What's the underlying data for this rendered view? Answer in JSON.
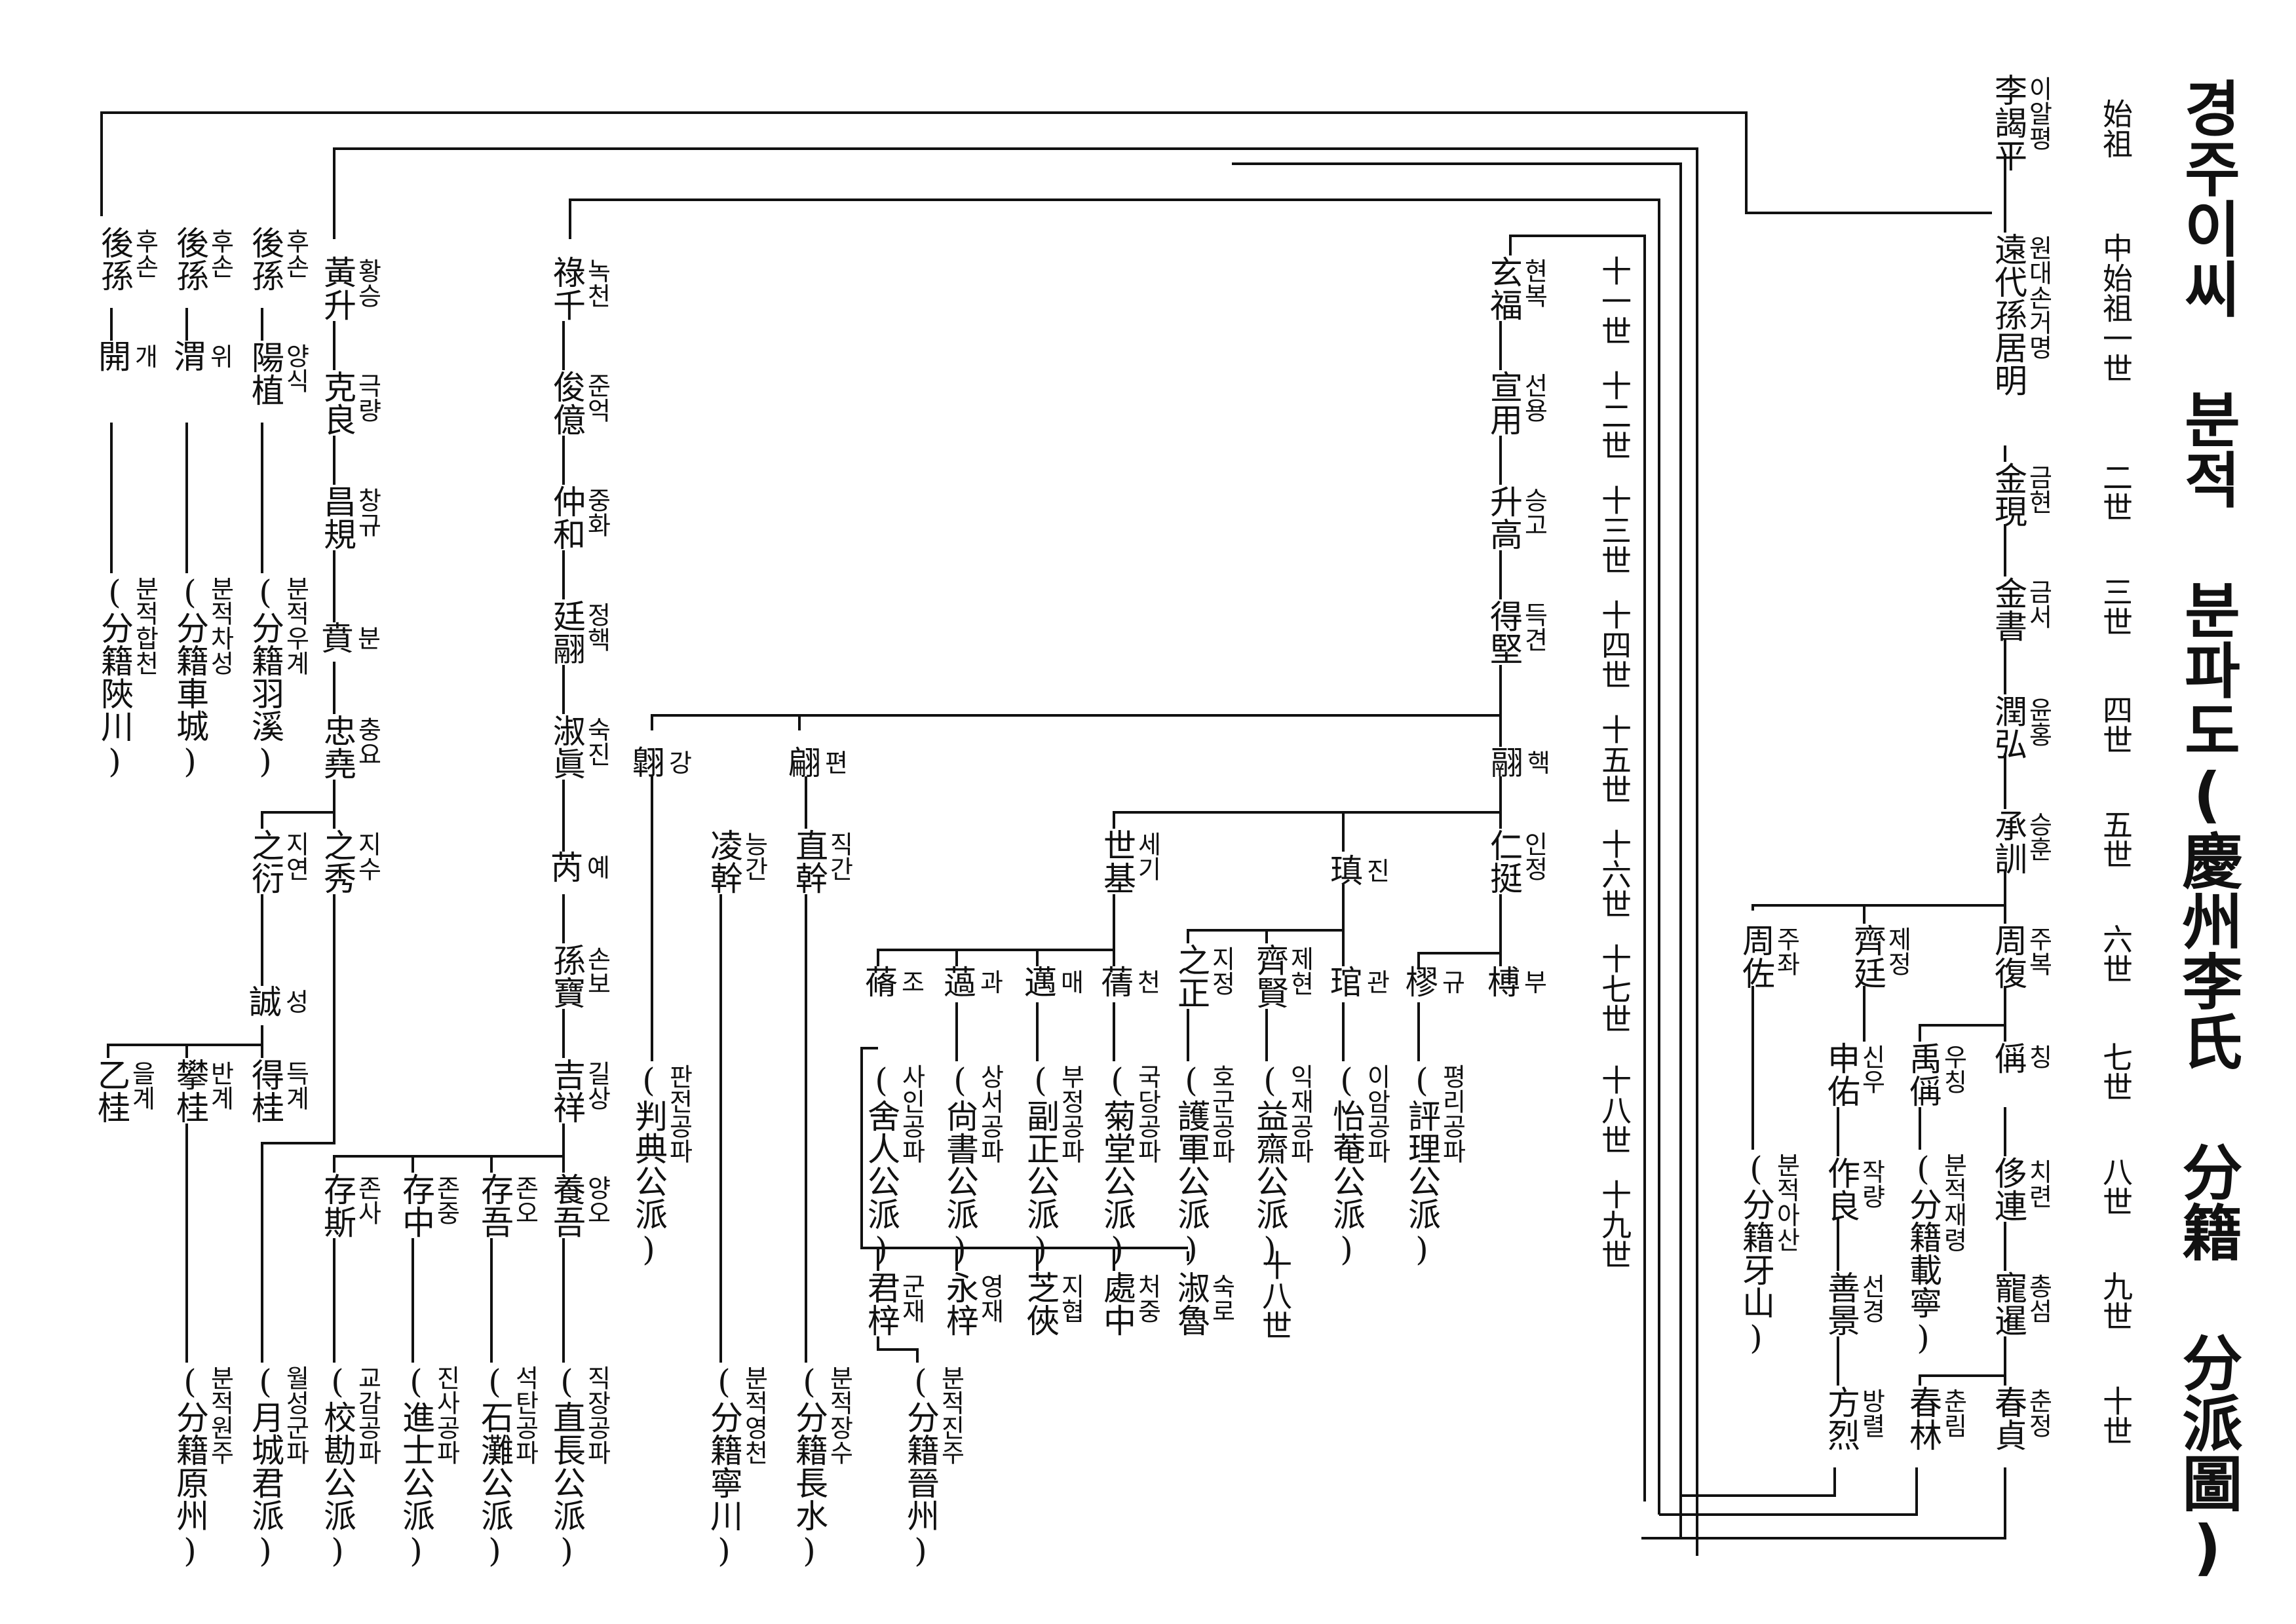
{
  "title": "경주이씨 분적 분파도(慶州李氏 分籍 分派圖)",
  "generations": [
    {
      "id": "g0",
      "text": "始祖"
    },
    {
      "id": "g1",
      "text": "中始祖一世"
    },
    {
      "id": "g2",
      "text": "二世"
    },
    {
      "id": "g3",
      "text": "三世"
    },
    {
      "id": "g4",
      "text": "四世"
    },
    {
      "id": "g5",
      "text": "五世"
    },
    {
      "id": "g6",
      "text": "六世"
    },
    {
      "id": "g7",
      "text": "七世"
    },
    {
      "id": "g8",
      "text": "八世"
    },
    {
      "id": "g9",
      "text": "九世"
    },
    {
      "id": "g10",
      "text": "十世"
    },
    {
      "id": "g11",
      "text": "十一世"
    },
    {
      "id": "g12",
      "text": "十二世"
    },
    {
      "id": "g13",
      "text": "十三世"
    },
    {
      "id": "g14",
      "text": "十四世"
    },
    {
      "id": "g15",
      "text": "十五世"
    },
    {
      "id": "g16",
      "text": "十六世"
    },
    {
      "id": "g17",
      "text": "十七世"
    },
    {
      "id": "g18",
      "text": "十八世"
    },
    {
      "id": "g19",
      "text": "十九世"
    },
    {
      "id": "g18b",
      "text": "十八世"
    }
  ],
  "nodes": [
    {
      "id": "n1",
      "hanja": "李謁平",
      "hangul": "이알평"
    },
    {
      "id": "n2",
      "hanja": "遠代孫居明",
      "hangul": "원대손거명"
    },
    {
      "id": "n3",
      "hanja": "金現",
      "hangul": "금현"
    },
    {
      "id": "n4",
      "hanja": "金書",
      "hangul": "금서"
    },
    {
      "id": "n5",
      "hanja": "潤弘",
      "hangul": "윤홍"
    },
    {
      "id": "n6",
      "hanja": "承訓",
      "hangul": "승훈"
    },
    {
      "id": "n7",
      "hanja": "周復",
      "hangul": "주복"
    },
    {
      "id": "n8",
      "hanja": "齊廷",
      "hangul": "제정"
    },
    {
      "id": "n9",
      "hanja": "周佐",
      "hangul": "주좌"
    },
    {
      "id": "n10",
      "hanja": "偁",
      "hangul": "칭"
    },
    {
      "id": "n11",
      "hanja": "禹偁",
      "hangul": "우칭"
    },
    {
      "id": "n12",
      "hanja": "申佑",
      "hangul": "신우"
    },
    {
      "id": "n13",
      "hanja": "(分籍牙山)",
      "hangul": "분적아산"
    },
    {
      "id": "n14",
      "hanja": "侈連",
      "hangul": "치련"
    },
    {
      "id": "n15",
      "hanja": "(分籍載寧)",
      "hangul": "분적재령"
    },
    {
      "id": "n16",
      "hanja": "作良",
      "hangul": "작량"
    },
    {
      "id": "n17",
      "hanja": "寵暹",
      "hangul": "총섬"
    },
    {
      "id": "n18",
      "hanja": "善景",
      "hangul": "선경"
    },
    {
      "id": "n19",
      "hanja": "春貞",
      "hangul": "춘정"
    },
    {
      "id": "n20",
      "hanja": "春林",
      "hangul": "춘림"
    },
    {
      "id": "n21",
      "hanja": "方烈",
      "hangul": "방렬"
    },
    {
      "id": "n22",
      "hanja": "玄福",
      "hangul": "현복"
    },
    {
      "id": "n23",
      "hanja": "宣用",
      "hangul": "선용"
    },
    {
      "id": "n24",
      "hanja": "升高",
      "hangul": "승고"
    },
    {
      "id": "n25",
      "hanja": "得堅",
      "hangul": "득견"
    },
    {
      "id": "n26",
      "hanja": "翮",
      "hangul": "핵"
    },
    {
      "id": "n27",
      "hanja": "翩",
      "hangul": "편"
    },
    {
      "id": "n28",
      "hanja": "翺",
      "hangul": "강"
    },
    {
      "id": "n29",
      "hanja": "仁挺",
      "hangul": "인정"
    },
    {
      "id": "n30",
      "hanja": "瑱",
      "hangul": "진"
    },
    {
      "id": "n31",
      "hanja": "世基",
      "hangul": "세기"
    },
    {
      "id": "n32",
      "hanja": "直幹",
      "hangul": "직간"
    },
    {
      "id": "n33",
      "hanja": "凌幹",
      "hangul": "능간"
    },
    {
      "id": "n34",
      "hanja": "榑",
      "hangul": "부"
    },
    {
      "id": "n35",
      "hanja": "樛",
      "hangul": "규"
    },
    {
      "id": "n36",
      "hanja": "琯",
      "hangul": "관"
    },
    {
      "id": "n37",
      "hanja": "齊賢",
      "hangul": "제현"
    },
    {
      "id": "n38",
      "hanja": "之正",
      "hangul": "지정"
    },
    {
      "id": "n39",
      "hanja": "蒨",
      "hangul": "천"
    },
    {
      "id": "n40",
      "hanja": "邁",
      "hangul": "매"
    },
    {
      "id": "n41",
      "hanja": "薖",
      "hangul": "과"
    },
    {
      "id": "n42",
      "hanja": "蓨",
      "hangul": "조"
    },
    {
      "id": "n43",
      "hanja": "(評理公派)",
      "hangul": "평리공파"
    },
    {
      "id": "n44",
      "hanja": "(怡菴公派)",
      "hangul": "이암공파"
    },
    {
      "id": "n45",
      "hanja": "(益齋公派)",
      "hangul": "익재공파"
    },
    {
      "id": "n46",
      "hanja": "(護軍公派)",
      "hangul": "호군공파"
    },
    {
      "id": "n47",
      "hanja": "(菊堂公派)",
      "hangul": "국당공파"
    },
    {
      "id": "n48",
      "hanja": "(副正公派)",
      "hangul": "부정공파"
    },
    {
      "id": "n49",
      "hanja": "(尙書公派)",
      "hangul": "상서공파"
    },
    {
      "id": "n50",
      "hanja": "(舍人公派)",
      "hangul": "사인공파"
    },
    {
      "id": "n51",
      "hanja": "(判典公派)",
      "hangul": "판전공파"
    },
    {
      "id": "n52",
      "hanja": "淑魯",
      "hangul": "숙로"
    },
    {
      "id": "n53",
      "hanja": "處中",
      "hangul": "처중"
    },
    {
      "id": "n54",
      "hanja": "芝俠",
      "hangul": "지협"
    },
    {
      "id": "n55",
      "hanja": "永梓",
      "hangul": "영재"
    },
    {
      "id": "n56",
      "hanja": "君梓",
      "hangul": "군재"
    },
    {
      "id": "n57",
      "hanja": "(分籍晉州)",
      "hangul": "분적진주"
    },
    {
      "id": "n58",
      "hanja": "(分籍長水)",
      "hangul": "분적장수"
    },
    {
      "id": "n59",
      "hanja": "(分籍寧川)",
      "hangul": "분적영천"
    },
    {
      "id": "n60",
      "hanja": "祿千",
      "hangul": "녹천"
    },
    {
      "id": "n61",
      "hanja": "俊億",
      "hangul": "준억"
    },
    {
      "id": "n62",
      "hanja": "仲和",
      "hangul": "중화"
    },
    {
      "id": "n63",
      "hanja": "廷翮",
      "hangul": "정핵"
    },
    {
      "id": "n64",
      "hanja": "淑眞",
      "hangul": "숙진"
    },
    {
      "id": "n65",
      "hanja": "芮",
      "hangul": "예"
    },
    {
      "id": "n66",
      "hanja": "孫寶",
      "hangul": "손보"
    },
    {
      "id": "n67",
      "hanja": "吉祥",
      "hangul": "길상"
    },
    {
      "id": "n68",
      "hanja": "養吾",
      "hangul": "양오"
    },
    {
      "id": "n69",
      "hanja": "存吾",
      "hangul": "존오"
    },
    {
      "id": "n70",
      "hanja": "存中",
      "hangul": "존중"
    },
    {
      "id": "n71",
      "hanja": "存斯",
      "hangul": "존사"
    },
    {
      "id": "n72",
      "hanja": "(直長公派)",
      "hangul": "직장공파"
    },
    {
      "id": "n73",
      "hanja": "(石灘公派)",
      "hangul": "석탄공파"
    },
    {
      "id": "n74",
      "hanja": "(進士公派)",
      "hangul": "진사공파"
    },
    {
      "id": "n75",
      "hanja": "(校勘公派)",
      "hangul": "교감공파"
    },
    {
      "id": "n76",
      "hanja": "黃升",
      "hangul": "황승"
    },
    {
      "id": "n77",
      "hanja": "克良",
      "hangul": "극량"
    },
    {
      "id": "n78",
      "hanja": "昌規",
      "hangul": "창규"
    },
    {
      "id": "n79",
      "hanja": "賁",
      "hangul": "분"
    },
    {
      "id": "n80",
      "hanja": "忠堯",
      "hangul": "충요"
    },
    {
      "id": "n81",
      "hanja": "之秀",
      "hangul": "지수"
    },
    {
      "id": "n82",
      "hanja": "之衍",
      "hangul": "지연"
    },
    {
      "id": "n83",
      "hanja": "誠",
      "hangul": "성"
    },
    {
      "id": "n84",
      "hanja": "得桂",
      "hangul": "득계"
    },
    {
      "id": "n85",
      "hanja": "攀桂",
      "hangul": "반계"
    },
    {
      "id": "n86",
      "hanja": "乙桂",
      "hangul": "을계"
    },
    {
      "id": "n87",
      "hanja": "(月城君派)",
      "hangul": "월성군파"
    },
    {
      "id": "n88",
      "hanja": "(分籍原州)",
      "hangul": "분적원주"
    },
    {
      "id": "n89",
      "hanja": "後孫",
      "hangul": "후손"
    },
    {
      "id": "n90",
      "hanja": "陽植",
      "hangul": "양식"
    },
    {
      "id": "n91",
      "hanja": "(分籍羽溪)",
      "hangul": "분적우계"
    },
    {
      "id": "n92",
      "hanja": "後孫",
      "hangul": "후손"
    },
    {
      "id": "n93",
      "hanja": "渭",
      "hangul": "위"
    },
    {
      "id": "n94",
      "hanja": "(分籍車城)",
      "hangul": "분적차성"
    },
    {
      "id": "n95",
      "hanja": "後孫",
      "hangul": "후손"
    },
    {
      "id": "n96",
      "hanja": "開",
      "hangul": "개"
    },
    {
      "id": "n97",
      "hanja": "(分籍陜川)",
      "hangul": "분적합천"
    }
  ]
}
